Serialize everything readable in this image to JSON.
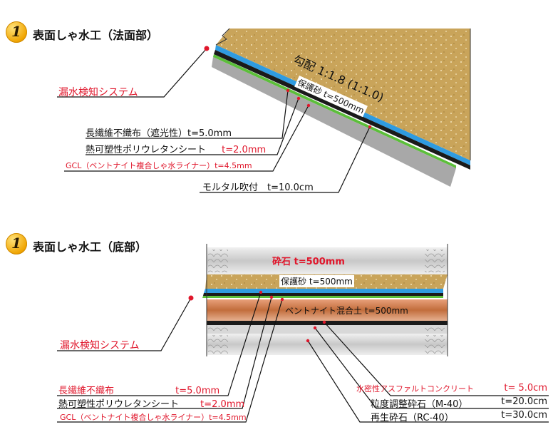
{
  "top": {
    "badge": "1",
    "title": "表面しゃ水工（法面部）",
    "gradient": "勾配 1:1.8 (1:1.0)",
    "inner_label": "保護砂 t=500mm",
    "leak": "漏水検知システム",
    "long_fiber": "長繊維不織布（遮光性）t=5.0mm",
    "sheet_name": "熱可塑性ポリウレタンシート",
    "sheet_t": "t=2.0mm",
    "gcl": "GCL（ベントナイト複合しゃ水ライナー）t=4.5mm",
    "mortar": "モルタル吹付　t=10.0cm"
  },
  "bottom": {
    "badge": "1",
    "title": "表面しゃ水工（底部）",
    "crushed": "砕石 t=500mm",
    "sand": "保護砂 t=500mm",
    "bentonite": "ベントナイト混合土 t=500mm",
    "leak": "漏水検知システム",
    "long_fiber_name": "長繊維不織布",
    "long_fiber_t": "t=5.0mm",
    "sheet_name": "熱可塑性ポリウレタンシート",
    "sheet_t": "t=2.0mm",
    "gcl": "GCL（ベントナイト複合しゃ水ライナー）t=4.5mm",
    "asphalt_name": "水密性アスファルトコンクリート",
    "asphalt_t": "t=  5.0cm",
    "gravel_name": "粒度調整砕石（M-40）",
    "gravel_t": "t=20.0cm",
    "recycled_name": "再生砕石（RC-40）",
    "recycled_t": "t=30.0cm"
  },
  "colors": {
    "sand": "#c9a45a",
    "blue": "#2f9be0",
    "green": "#5cbf3a",
    "mortar": "#a8a8a8",
    "bentonite": "#c26d3c",
    "accent_red": "#e0162b"
  }
}
